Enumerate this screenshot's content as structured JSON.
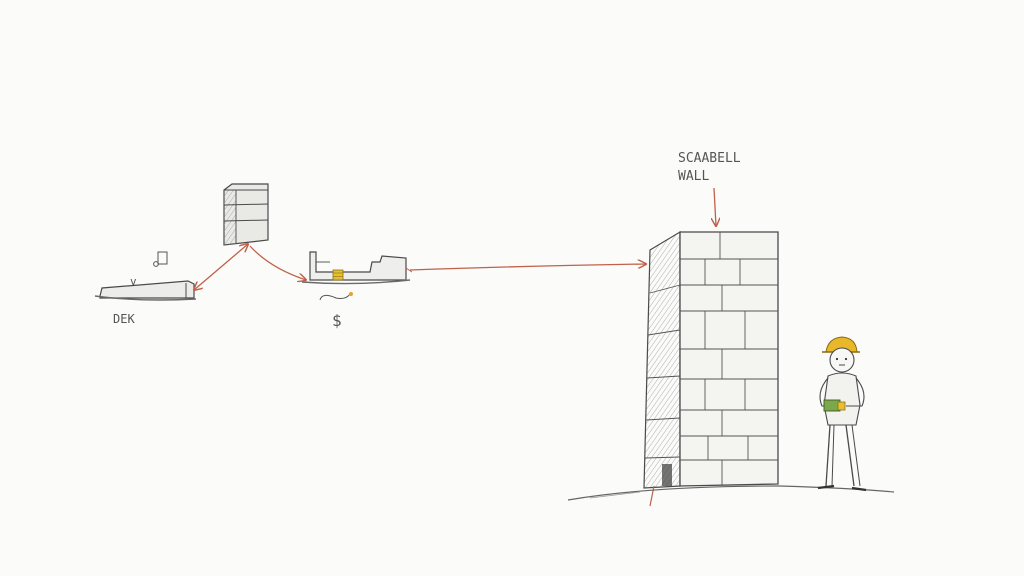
{
  "diagram": {
    "nodes": {
      "deck": {
        "label": "DEK",
        "mark": "v"
      },
      "stack_block": {
        "label": ""
      },
      "platform": {
        "label": "",
        "money_symbol": "$"
      },
      "wall": {
        "label_line1": "SCAABELL",
        "label_line2": "WALL"
      },
      "worker": {
        "label": ""
      }
    },
    "edges": [
      {
        "from": "deck",
        "to": "stack_block",
        "direction": "both"
      },
      {
        "from": "stack_block",
        "to": "platform",
        "direction": "forward"
      },
      {
        "from": "platform",
        "to": "wall",
        "direction": "forward"
      }
    ],
    "colors": {
      "pencil": "#4a4a4a",
      "pencil_light": "#9a9a9a",
      "arrow": "#c0614a",
      "coin": "#e6c02e",
      "helmet": "#e9b82a",
      "tool": "#7aa84a",
      "paper": "#fbfbf9"
    }
  }
}
